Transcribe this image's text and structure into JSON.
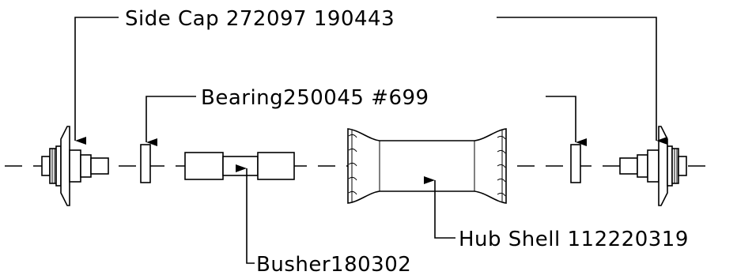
{
  "labels": {
    "side_cap": "Side Cap 272097 190443",
    "bearing": "Bearing250045 #699",
    "hub_shell": "Hub Shell 112220319",
    "busher": "Busher180302"
  }
}
